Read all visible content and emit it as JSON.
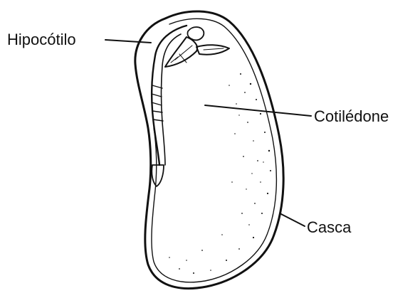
{
  "diagram": {
    "labels": {
      "hipocotilo": "Hipocótilo",
      "cotiledone": "Cotilédone",
      "casca": "Casca"
    },
    "colors": {
      "ink": "#111111",
      "background": "#ffffff"
    }
  }
}
